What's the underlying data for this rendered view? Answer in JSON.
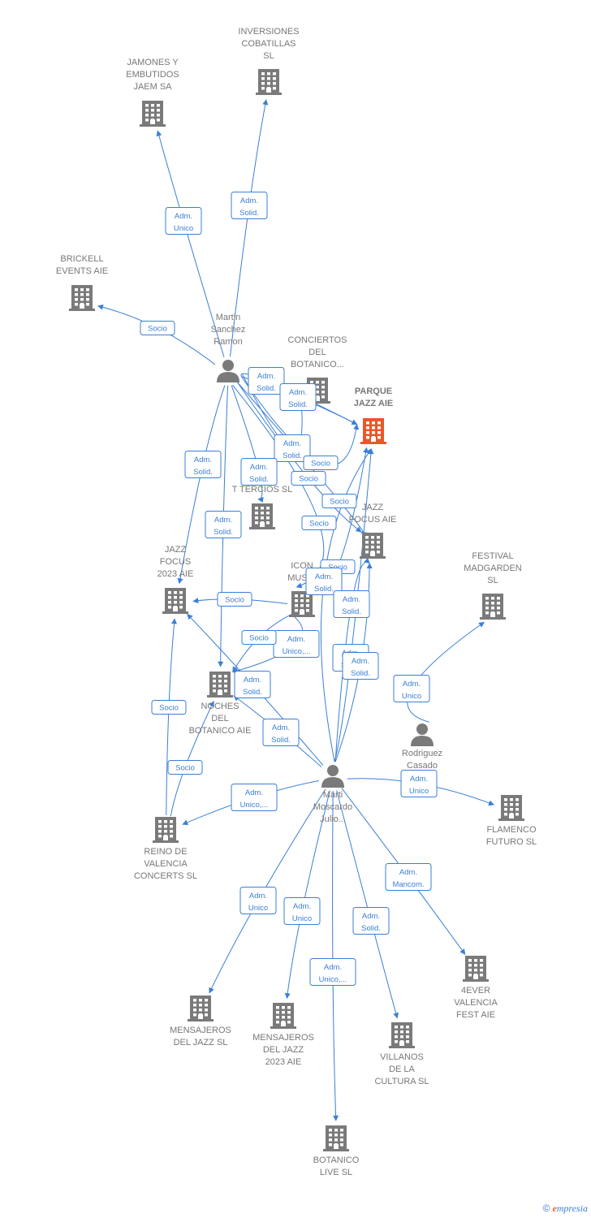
{
  "colors": {
    "edge": "#3a7fd5",
    "node_icon": "#7a7a7a",
    "focus_icon": "#e8572a",
    "label": "#777777"
  },
  "nodes": [
    {
      "id": "jamones",
      "type": "company",
      "label": [
        "JAMONES Y",
        "EMBUTIDOS",
        "JAEM SA"
      ]
    },
    {
      "id": "inversiones",
      "type": "company",
      "label": [
        "INVERSIONES",
        "COBATILLAS",
        "SL"
      ]
    },
    {
      "id": "brickell",
      "type": "company",
      "label": [
        "BRICKELL",
        "EVENTS AIE"
      ]
    },
    {
      "id": "martin",
      "type": "person",
      "label": [
        "Martin",
        "Sanchez",
        "Ramon"
      ]
    },
    {
      "id": "conciertos",
      "type": "company",
      "label": [
        "CONCIERTOS",
        "DEL",
        "BOTANICO..."
      ]
    },
    {
      "id": "parque",
      "type": "company",
      "focus": true,
      "label": [
        "PARQUE",
        "JAZZ AIE"
      ]
    },
    {
      "id": "tercios",
      "type": "company",
      "label": [
        "T TERCIOS SL"
      ]
    },
    {
      "id": "jazzfocus",
      "type": "company",
      "label": [
        "JAZZ",
        "FOCUS AIE"
      ]
    },
    {
      "id": "jazz2023",
      "type": "company",
      "label": [
        "JAZZ",
        "FOCUS",
        "2023 AIE"
      ]
    },
    {
      "id": "icon",
      "type": "company",
      "label": [
        "ICON",
        "MUSIC"
      ]
    },
    {
      "id": "festival",
      "type": "company",
      "label": [
        "FESTIVAL",
        "MADGARDEN",
        "SL"
      ]
    },
    {
      "id": "noches",
      "type": "company",
      "label": [
        "NOCHES",
        "DEL",
        "BOTANICO AIE"
      ]
    },
    {
      "id": "rodriguez",
      "type": "person",
      "label": [
        "Rodriguez",
        "Casado"
      ]
    },
    {
      "id": "marti",
      "type": "person",
      "label": [
        "Marti",
        "Moscardo",
        "Julio..."
      ]
    },
    {
      "id": "reino",
      "type": "company",
      "label": [
        "REINO DE",
        "VALENCIA",
        "CONCERTS  SL"
      ]
    },
    {
      "id": "flamenco",
      "type": "company",
      "label": [
        "FLAMENCO",
        "FUTURO SL"
      ]
    },
    {
      "id": "4ever",
      "type": "company",
      "label": [
        "4EVER",
        "VALENCIA",
        "FEST  AIE"
      ]
    },
    {
      "id": "mensajeros",
      "type": "company",
      "label": [
        "MENSAJEROS",
        "DEL JAZZ SL"
      ]
    },
    {
      "id": "mensajeros2023",
      "type": "company",
      "label": [
        "MENSAJEROS",
        "DEL JAZZ",
        "2023  AIE"
      ]
    },
    {
      "id": "villanos",
      "type": "company",
      "label": [
        "VILLANOS",
        "DE LA",
        "CULTURA  SL"
      ]
    },
    {
      "id": "botanico",
      "type": "company",
      "label": [
        "BOTANICO",
        "LIVE  SL"
      ]
    }
  ],
  "edge_labels": [
    [
      "Adm.",
      "Unico"
    ],
    [
      "Adm.",
      "Solid."
    ],
    [
      "Socio"
    ],
    [
      "Adm.",
      "Solid."
    ],
    [
      "Adm.",
      "Solid."
    ],
    [
      "Adm.",
      "Solid."
    ],
    [
      "Adm.",
      "Solid."
    ],
    [
      "Adm.",
      "Solid."
    ],
    [
      "Adm.",
      "Solid."
    ],
    [
      "Socio"
    ],
    [
      "Socio"
    ],
    [
      "Socio"
    ],
    [
      "Socio"
    ],
    [
      "Socio"
    ],
    [
      "Socio"
    ],
    [
      "Adm.",
      "Solid."
    ],
    [
      "Adm.",
      "Solid."
    ],
    [
      "Adm.",
      "Unico,..."
    ],
    [
      "Socio"
    ],
    [
      "Adm.",
      "Solid."
    ],
    [
      "Adm.",
      "Solid."
    ],
    [
      "Adm.",
      "Solid."
    ],
    [
      "Adm.",
      "Unico"
    ],
    [
      "Adm.",
      "Solid."
    ],
    [
      "Socio"
    ],
    [
      "Socio"
    ],
    [
      "Adm.",
      "Unico,..."
    ],
    [
      "Adm.",
      "Unico"
    ],
    [
      "Adm.",
      "Mancom."
    ],
    [
      "Adm.",
      "Unico"
    ],
    [
      "Adm.",
      "Unico"
    ],
    [
      "Adm.",
      "Solid."
    ],
    [
      "Adm.",
      "Unico,..."
    ]
  ],
  "footer": {
    "copyright": "©",
    "brand_first": "e",
    "brand_rest": "mpresia"
  }
}
